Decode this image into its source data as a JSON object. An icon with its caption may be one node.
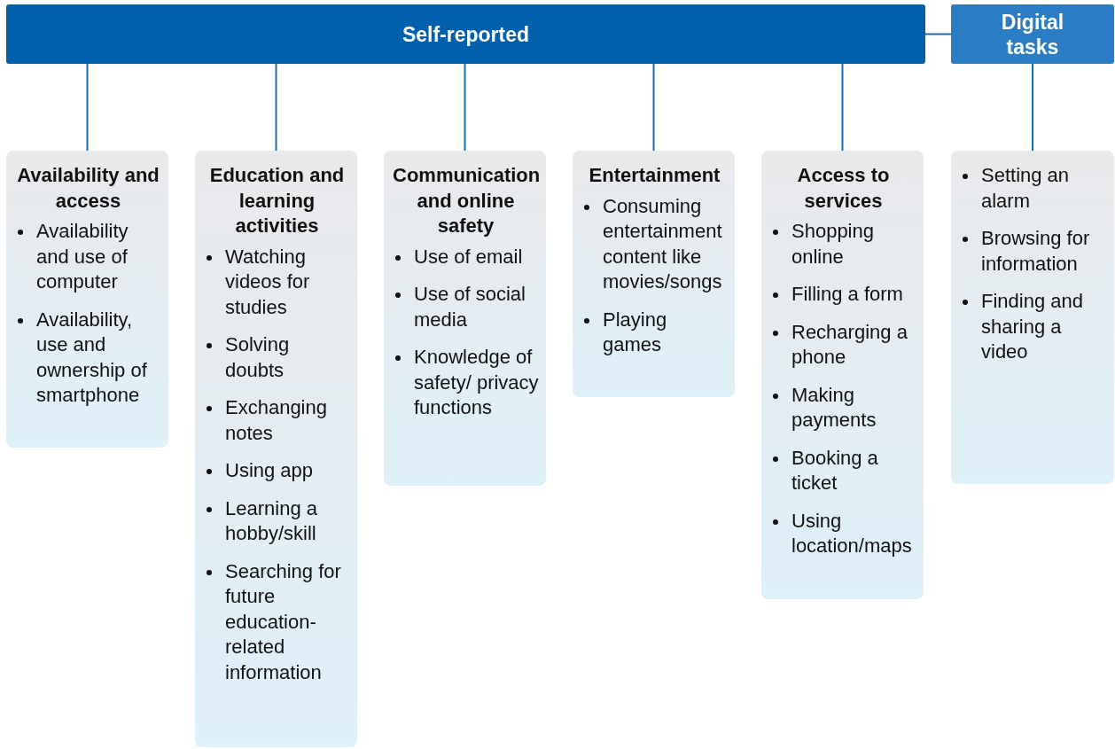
{
  "diagram": {
    "nodes": [
      {
        "text": [
          "Self-reported"
        ]
      },
      {
        "text": [
          "Digital tasks"
        ]
      },
      {
        "text": [
          "Availability and access",
          "Availability and use of computer",
          "Availability, use and ownership of smartphone"
        ]
      },
      {
        "text": [
          "Education and learning activities",
          "Watching videos for studies",
          "Solving doubts",
          "Exchanging notes",
          "Using app",
          "Learning a hobby/skill",
          "Searching for future education-related information"
        ]
      },
      {
        "text": [
          "Communication and online safety",
          "Use of email",
          "Use of social media",
          "Knowledge of safety/ privacy functions"
        ]
      },
      {
        "text": [
          "Entertainment",
          "Consuming entertainment content like movies/songs",
          "Playing games"
        ]
      },
      {
        "text": [
          "Access to services",
          "Shopping online",
          "Filling a form",
          "Recharging a phone",
          "Making payments",
          "Booking a ticket",
          "Using location/maps"
        ]
      },
      {
        "text": [
          "Setting an alarm",
          "Browsing for information",
          "Finding and sharing a video"
        ]
      }
    ],
    "edges": [
      {
        "from": 0,
        "to": 1,
        "arrow": "none"
      },
      {
        "from": 0,
        "to": 2,
        "arrow": "none"
      },
      {
        "from": 0,
        "to": 3,
        "arrow": "none"
      },
      {
        "from": 0,
        "to": 4,
        "arrow": "none"
      },
      {
        "from": 0,
        "to": 5,
        "arrow": "none"
      },
      {
        "from": 0,
        "to": 6,
        "arrow": "none"
      },
      {
        "from": 1,
        "to": 7,
        "arrow": "none"
      }
    ]
  }
}
